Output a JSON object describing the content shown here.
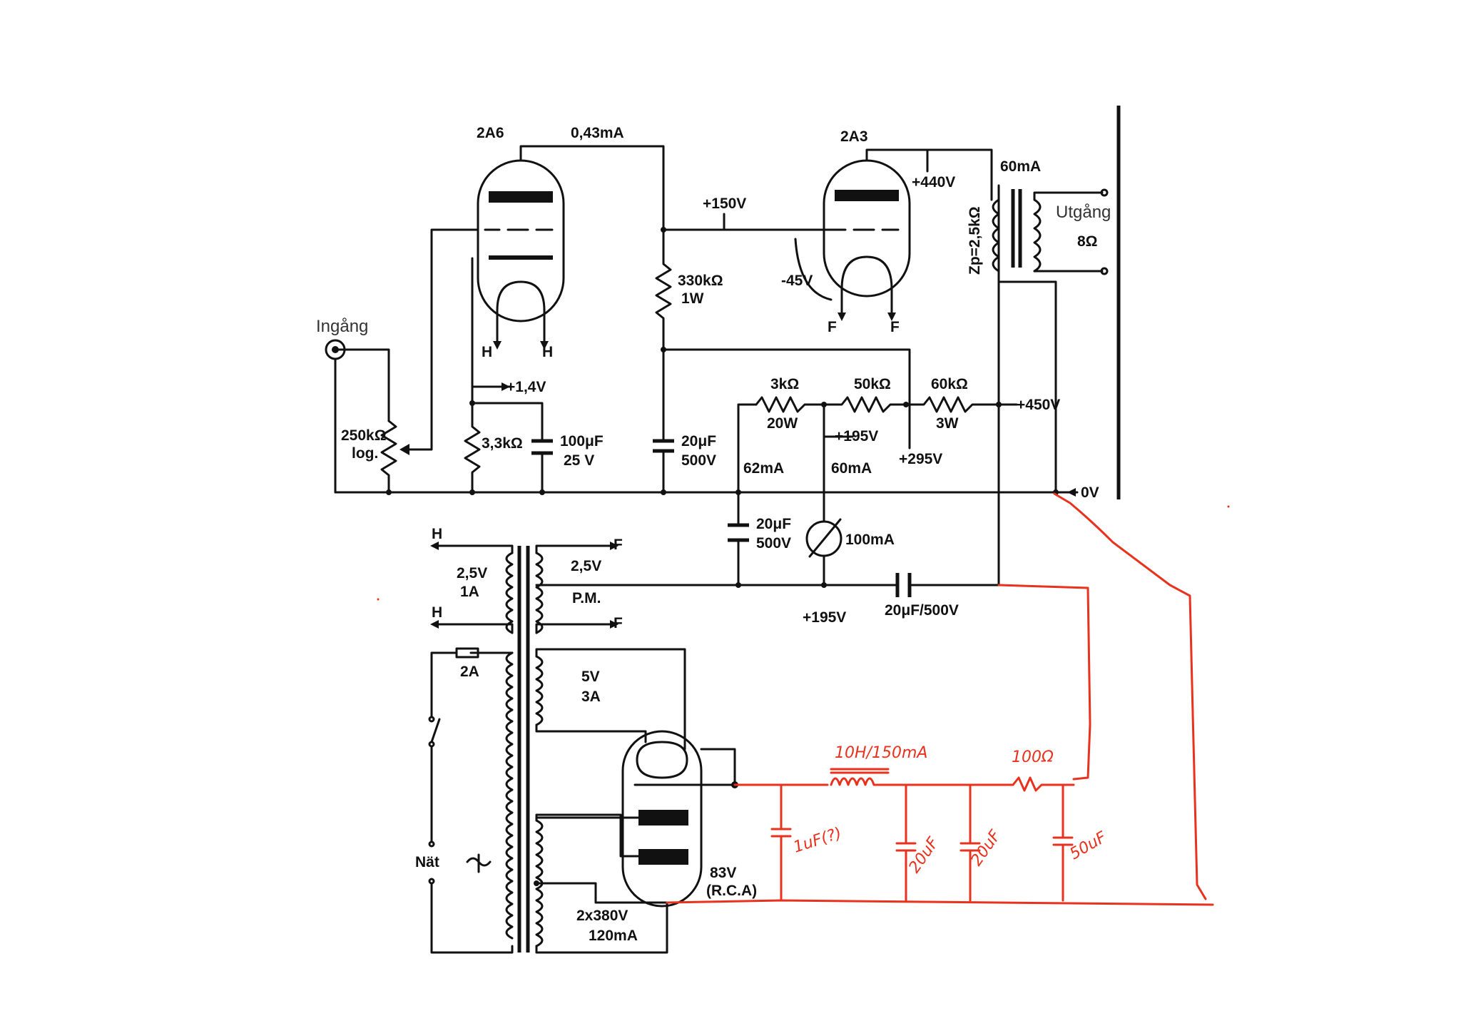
{
  "colors": {
    "ink": "#111111",
    "annotation": "#e8321e"
  },
  "tubes": {
    "driver": "2A6",
    "output": "2A3",
    "rectifier": "83V",
    "rectifier_note": "(R.C.A)"
  },
  "labels": {
    "plate_current_driver": "0,43mA",
    "b_plus_150": "+150V",
    "bias_output": "-45V",
    "plate_voltage_output": "+440V",
    "output_current": "60mA",
    "zp": "Zp=2,5kΩ",
    "output": "Utgång",
    "output_impedance": "8Ω",
    "input": "Ingång",
    "heater_h1": "H",
    "heater_h2": "H",
    "fil_f1": "F",
    "fil_f2": "F",
    "cathode_v": "+1,4V",
    "r_330k": "330kΩ",
    "r_330k_w": "1W",
    "pot": "250kΩ",
    "pot_taper": "log.",
    "r_33k": "3,3kΩ",
    "c_100u": "100μF",
    "c_100u_v": "25 V",
    "c_20u_a": "20μF",
    "c_20u_a_v": "500V",
    "r_3k": "3kΩ",
    "r_3k_w": "20W",
    "r_50k": "50kΩ",
    "r_60k": "60kΩ",
    "r_60k_w": "3W",
    "b_plus_450": "+450V",
    "v_195_a": "+195V",
    "v_295": "+295V",
    "i_62": "62mA",
    "i_60": "60mA",
    "zero_v": "0V",
    "c_20u_b": "20μF",
    "c_20u_b_v": "500V",
    "meter": "100mA",
    "c_20u_c": "20μF/500V",
    "v_195_b": "+195V",
    "tr_h_top": "H",
    "tr_h_bot": "H",
    "tr_f_top": "F",
    "tr_f_bot": "F",
    "tr_25v_a": "2,5V",
    "tr_25v_a_i": "1A",
    "tr_25v_b": "2,5V",
    "tr_pm": "P.M.",
    "fuse": "2A",
    "tr_5v": "5V",
    "tr_5v_i": "3A",
    "mains": "Nät",
    "hv_winding": "2x380V",
    "hv_current": "120mA"
  },
  "annotations": {
    "choke": "10H/150mA",
    "res_100": "100Ω",
    "cap_1u": "1uF(?)",
    "cap_20u_1": "20uF",
    "cap_20u_2": "20uF",
    "cap_50u": "50uF"
  }
}
